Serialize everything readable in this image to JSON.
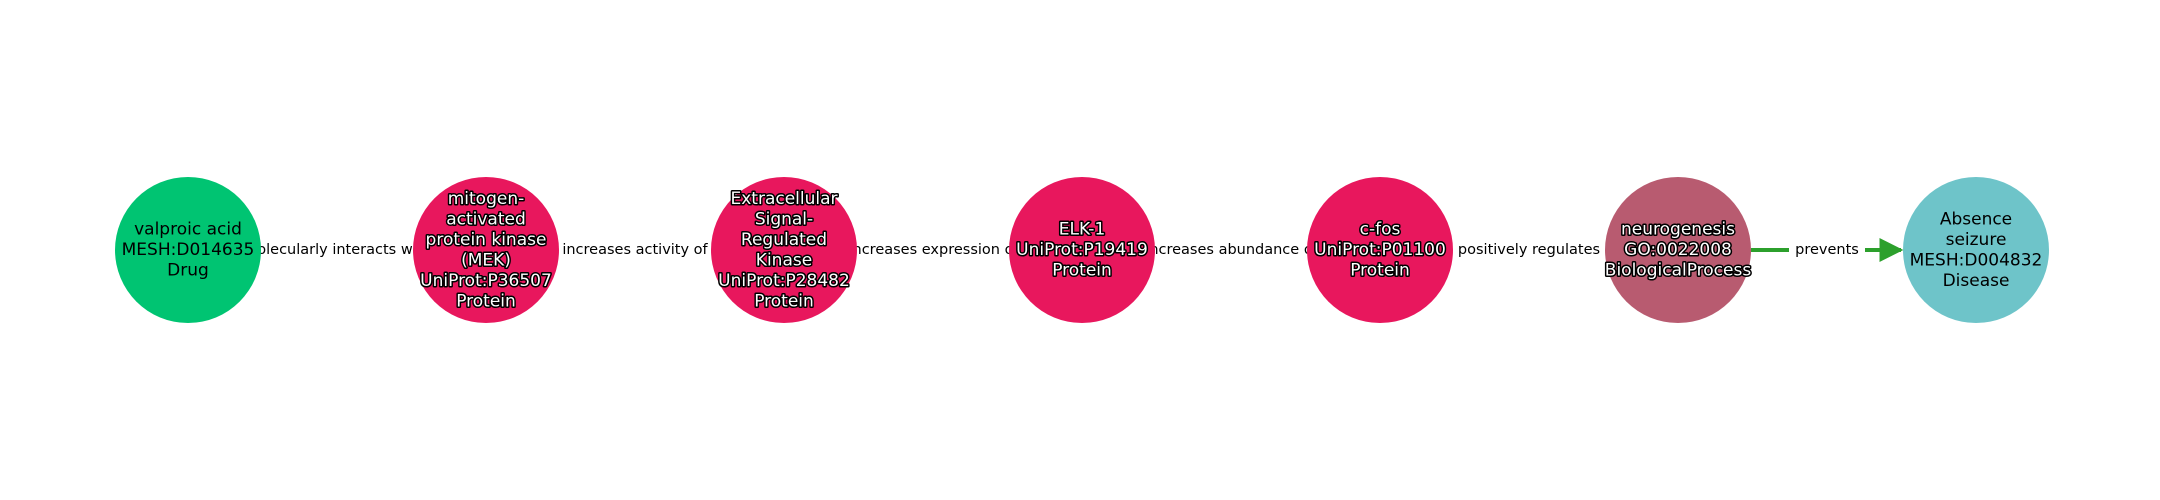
{
  "colors": {
    "drug": "#00c472",
    "protein": "#e8175d",
    "biological_process": "#b85b70",
    "disease": "#6ec4c9",
    "edge_default": "#555555",
    "edge_highlight": "#2ca02c"
  },
  "nodes": [
    {
      "id": "valproic-acid",
      "lines": [
        "valproic acid",
        "MESH:D014635",
        "Drug"
      ],
      "type": "drug",
      "text_style": "dark"
    },
    {
      "id": "mek",
      "lines": [
        "mitogen-",
        "activated",
        "protein kinase",
        "(MEK)",
        "UniProt:P36507",
        "Protein"
      ],
      "type": "protein",
      "text_style": "light"
    },
    {
      "id": "erk",
      "lines": [
        "Extracellular",
        "Signal-",
        "Regulated",
        "Kinase",
        "UniProt:P28482",
        "Protein"
      ],
      "type": "protein",
      "text_style": "light"
    },
    {
      "id": "elk-1",
      "lines": [
        "ELK-1",
        "UniProt:P19419",
        "Protein"
      ],
      "type": "protein",
      "text_style": "light"
    },
    {
      "id": "c-fos",
      "lines": [
        "c-fos",
        "UniProt:P01100",
        "Protein"
      ],
      "type": "protein",
      "text_style": "light"
    },
    {
      "id": "neurogenesis",
      "lines": [
        "neurogenesis",
        "GO:0022008",
        "BiologicalProcess"
      ],
      "type": "biological_process",
      "text_style": "light"
    },
    {
      "id": "absence-seizure",
      "lines": [
        "Absence",
        "seizure",
        "MESH:D004832",
        "Disease"
      ],
      "type": "disease",
      "text_style": "dark"
    }
  ],
  "edges": [
    {
      "from": 0,
      "to": 1,
      "label": "olecularly interacts wi",
      "highlight": false
    },
    {
      "from": 1,
      "to": 2,
      "label": "increases activity of",
      "highlight": false
    },
    {
      "from": 2,
      "to": 3,
      "label": "ncreases expression o",
      "highlight": false
    },
    {
      "from": 3,
      "to": 4,
      "label": "ncreases abundance o",
      "highlight": false
    },
    {
      "from": 4,
      "to": 5,
      "label": "positively regulates",
      "highlight": false
    },
    {
      "from": 5,
      "to": 6,
      "label": "prevents",
      "highlight": true
    }
  ]
}
